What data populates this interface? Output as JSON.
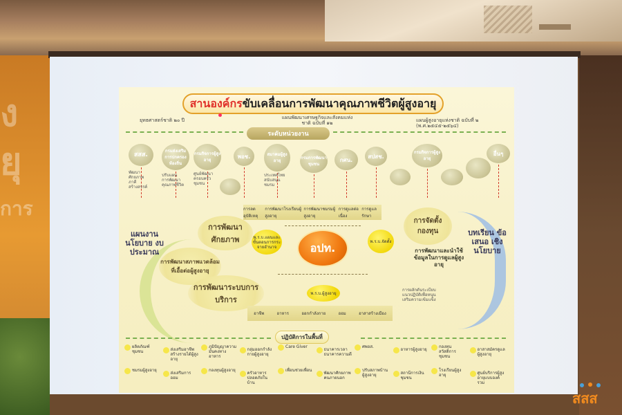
{
  "slide": {
    "title_accent": "สานองค์กร",
    "title_rest": "ขับเคลื่อนการพัฒนาคุณภาพชีวิตผู้สูงอายุ",
    "strategy_left": "ยุทธศาสตร์ชาติ ๒๐ ปี",
    "plan_center": "แผนพัฒนาเศรษฐกิจและสังคมแห่งชาติ ฉบับที่ ๑๒",
    "plan_right": "แผนผู้สูงอายุแห่งชาติ ฉบับที่ ๒ (พ.ศ.๒๕๔๕-๒๕๖๔)",
    "unit_level": "ระดับหน่วยงาน",
    "agencies": [
      "สสส.",
      "กรมส่งเสริมการปกครองท้องถิ่น",
      "กรมกิจการผู้สูงอายุ",
      "พอช.",
      "สมาคมผู้สูงอายุ",
      "กรมการพัฒนาชุมชน",
      "กศน.",
      "สปสช.",
      "กรมกิจการผู้สูงอายุ",
      "อื่นๆ"
    ],
    "center_label": "อปท.",
    "left_arrow_text": "แผนงาน นโยบาย งบประมาณ",
    "right_arrow_text": "บทเรียน ข้อเสนอ เชิงนโยบาย",
    "blob_potential": "การพัฒนาศักยภาพ",
    "blob_environment": "การพัฒนาสภาพแวดล้อมที่เอื้อต่อผู้สูงอายุ",
    "blob_services": "การพัฒนาระบบการบริการ",
    "blob_fund": "การจัดตั้งกองทุน",
    "data_use": "การพัฒนาและนำใช้ข้อมูลในการดูแลผู้สูงอายุ",
    "act_plan": "พ.ร.บ.แผนและขั้นตอนการกระจายอำนาจ",
    "act_council": "พ.ร.บ.จัดตั้ง",
    "act_elderly": "พ.ร.บ.ผู้สูงอายุ",
    "top_strip": [
      "การลดอุบัติเหตุ",
      "การพัฒนาโรงเรียนผู้สูงอายุ",
      "การพัฒนาชมรมผู้สูงอายุ",
      "การดูแลต่อเนื่อง",
      "การดูแลรักษา"
    ],
    "bottom_strip": [
      "อาชีพ",
      "อาหาร",
      "ออกกำลังกาย",
      "ออม",
      "อาสาสร้างเมือง"
    ],
    "area_practice": "ปฏิบัติการในพื้นที่",
    "area_items_row1": [
      "ผลิตภัณฑ์ชุมชน",
      "ส่งเสริมอาชีพสร้างรายได้ผู้สูงอายุ",
      "ภูมิปัญญาความมั่นคงทางอาหาร",
      "กลุ่มออกกำลังกายผู้สูงอายุ",
      "Care Giver",
      "ธนาคารเวลา ธนาคารความดี",
      "ศพอส.",
      "อาหารผู้สูงอายุ",
      "กองทุนสวัสดิการชุมชน",
      "อาสาสมัครดูแลผู้สูงอายุ"
    ],
    "area_items_row2": [
      "ชมรมผู้สูงอายุ",
      "ส่งเสริมการออม",
      "กองทุนผู้สูงอายุ",
      "ครัวอาหารปลอดภัยในบ้าน",
      "เพื่อนช่วยเพื่อน",
      "พัฒนาศักยภาพคนภายนอก",
      "ปรับสภาพบ้านผู้สูงอายุ",
      "สถานีการเงินชุมชน",
      "โรงเรียนผู้สูงอายุ",
      "ศูนย์บริการผู้สูงอายุแบบองค์รวม"
    ]
  },
  "room": {
    "logo_text": "สสส"
  }
}
